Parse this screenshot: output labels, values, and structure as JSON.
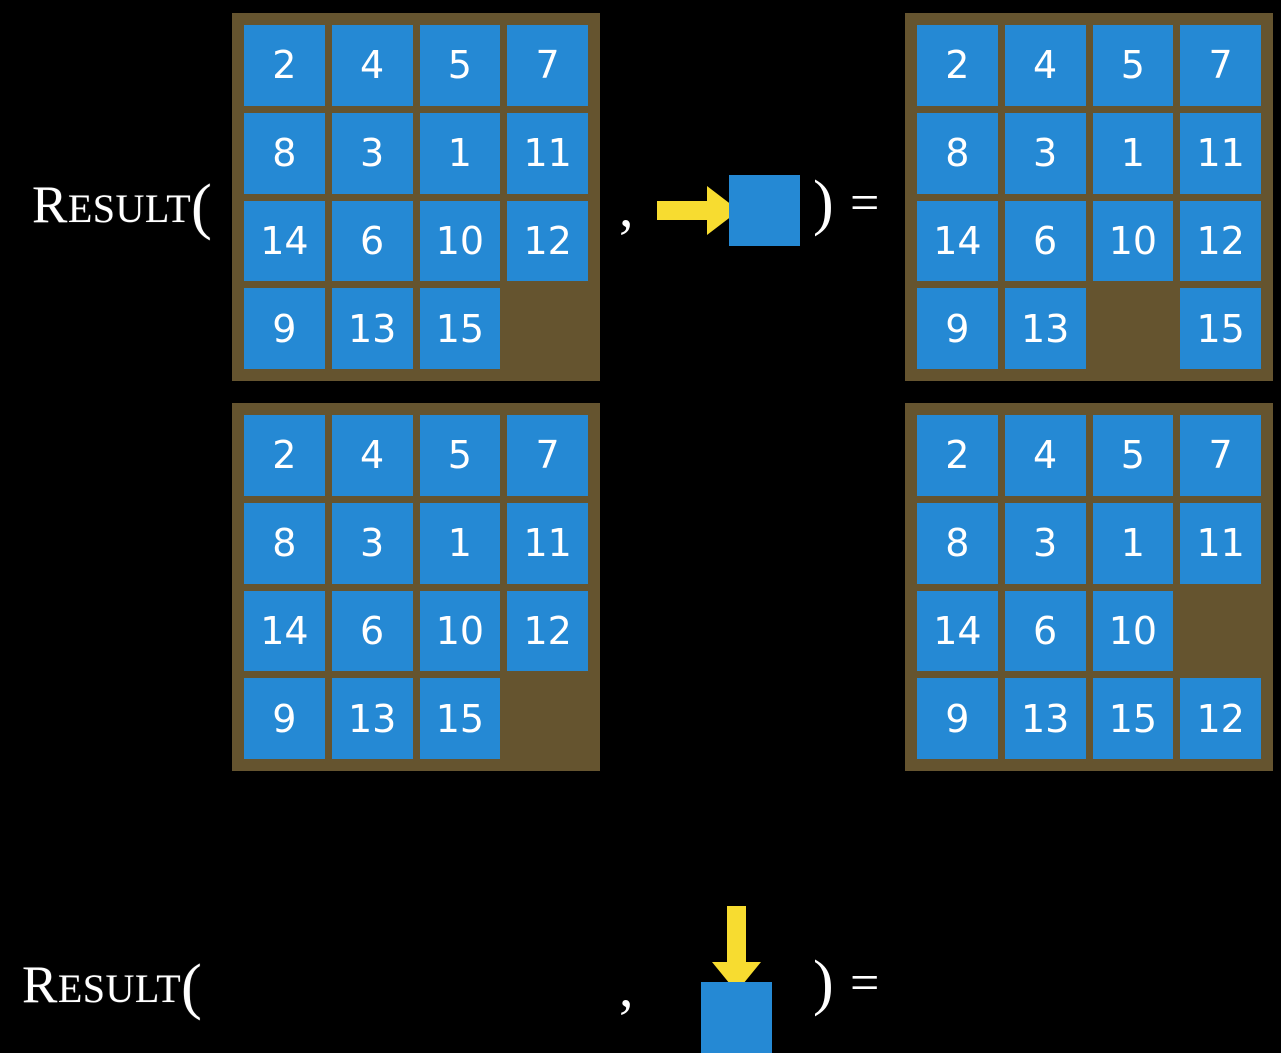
{
  "colors": {
    "background": "#000000",
    "board": "#65542f",
    "tile": "#2589d4",
    "tile_text": "#ffffff",
    "arrow": "#f7dc30",
    "text": "#ffffff"
  },
  "labels": {
    "result_cap": "R",
    "result_rest": "ESULT",
    "open_paren": "(",
    "comma": ",",
    "close_paren": ")",
    "equals": "="
  },
  "icons": {
    "arrow_right": "arrow-right-icon",
    "arrow_down": "arrow-down-icon",
    "action_tile": "blank-tile-icon"
  },
  "rows": [
    {
      "id": "row-top",
      "action": "move-right",
      "input_board": {
        "rows": 4,
        "cols": 4,
        "cells": [
          [
            "2",
            "4",
            "5",
            "7"
          ],
          [
            "8",
            "3",
            "1",
            "11"
          ],
          [
            "14",
            "6",
            "10",
            "12"
          ],
          [
            "9",
            "13",
            "15",
            ""
          ]
        ]
      },
      "output_board": {
        "rows": 4,
        "cols": 4,
        "cells": [
          [
            "2",
            "4",
            "5",
            "7"
          ],
          [
            "8",
            "3",
            "1",
            "11"
          ],
          [
            "14",
            "6",
            "10",
            "12"
          ],
          [
            "9",
            "13",
            "",
            "15"
          ]
        ]
      }
    },
    {
      "id": "row-bottom",
      "action": "move-down",
      "input_board": {
        "rows": 4,
        "cols": 4,
        "cells": [
          [
            "2",
            "4",
            "5",
            "7"
          ],
          [
            "8",
            "3",
            "1",
            "11"
          ],
          [
            "14",
            "6",
            "10",
            "12"
          ],
          [
            "9",
            "13",
            "15",
            ""
          ]
        ]
      },
      "output_board": {
        "rows": 4,
        "cols": 4,
        "cells": [
          [
            "2",
            "4",
            "5",
            "7"
          ],
          [
            "8",
            "3",
            "1",
            "11"
          ],
          [
            "14",
            "6",
            "10",
            ""
          ],
          [
            "9",
            "13",
            "15",
            "12"
          ]
        ]
      }
    }
  ]
}
